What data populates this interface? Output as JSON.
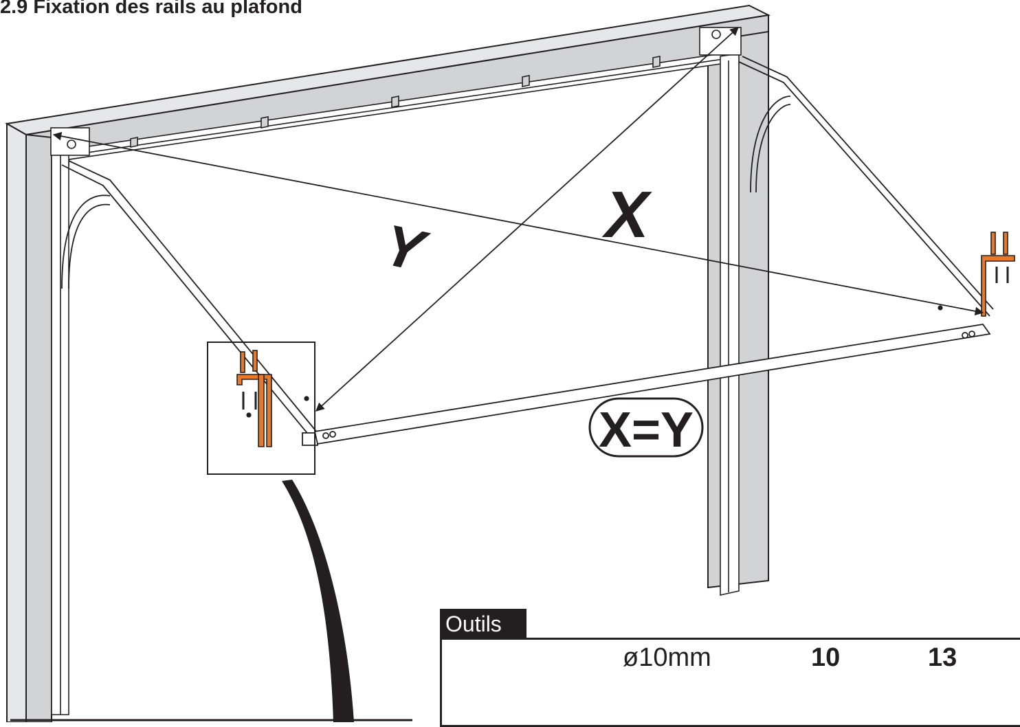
{
  "title": "2.9 Fixation des rails au plafond",
  "labels": {
    "x": "X",
    "y": "Y",
    "formula": "X=Y"
  },
  "tools": {
    "heading": "Outils",
    "items": [
      {
        "name": "drill",
        "label": ""
      },
      {
        "name": "drill-bit",
        "label": "10mm",
        "symbol": "ø"
      },
      {
        "name": "hex-bit-10",
        "label": "10",
        "symbol": "hexagon"
      },
      {
        "name": "hex-bit-13",
        "label": "13",
        "symbol": "hexagon"
      }
    ]
  },
  "colors": {
    "frame": "#d1d3d4",
    "outline": "#231f20",
    "bracket": "#e57a2b",
    "rail": "#ffffff"
  }
}
